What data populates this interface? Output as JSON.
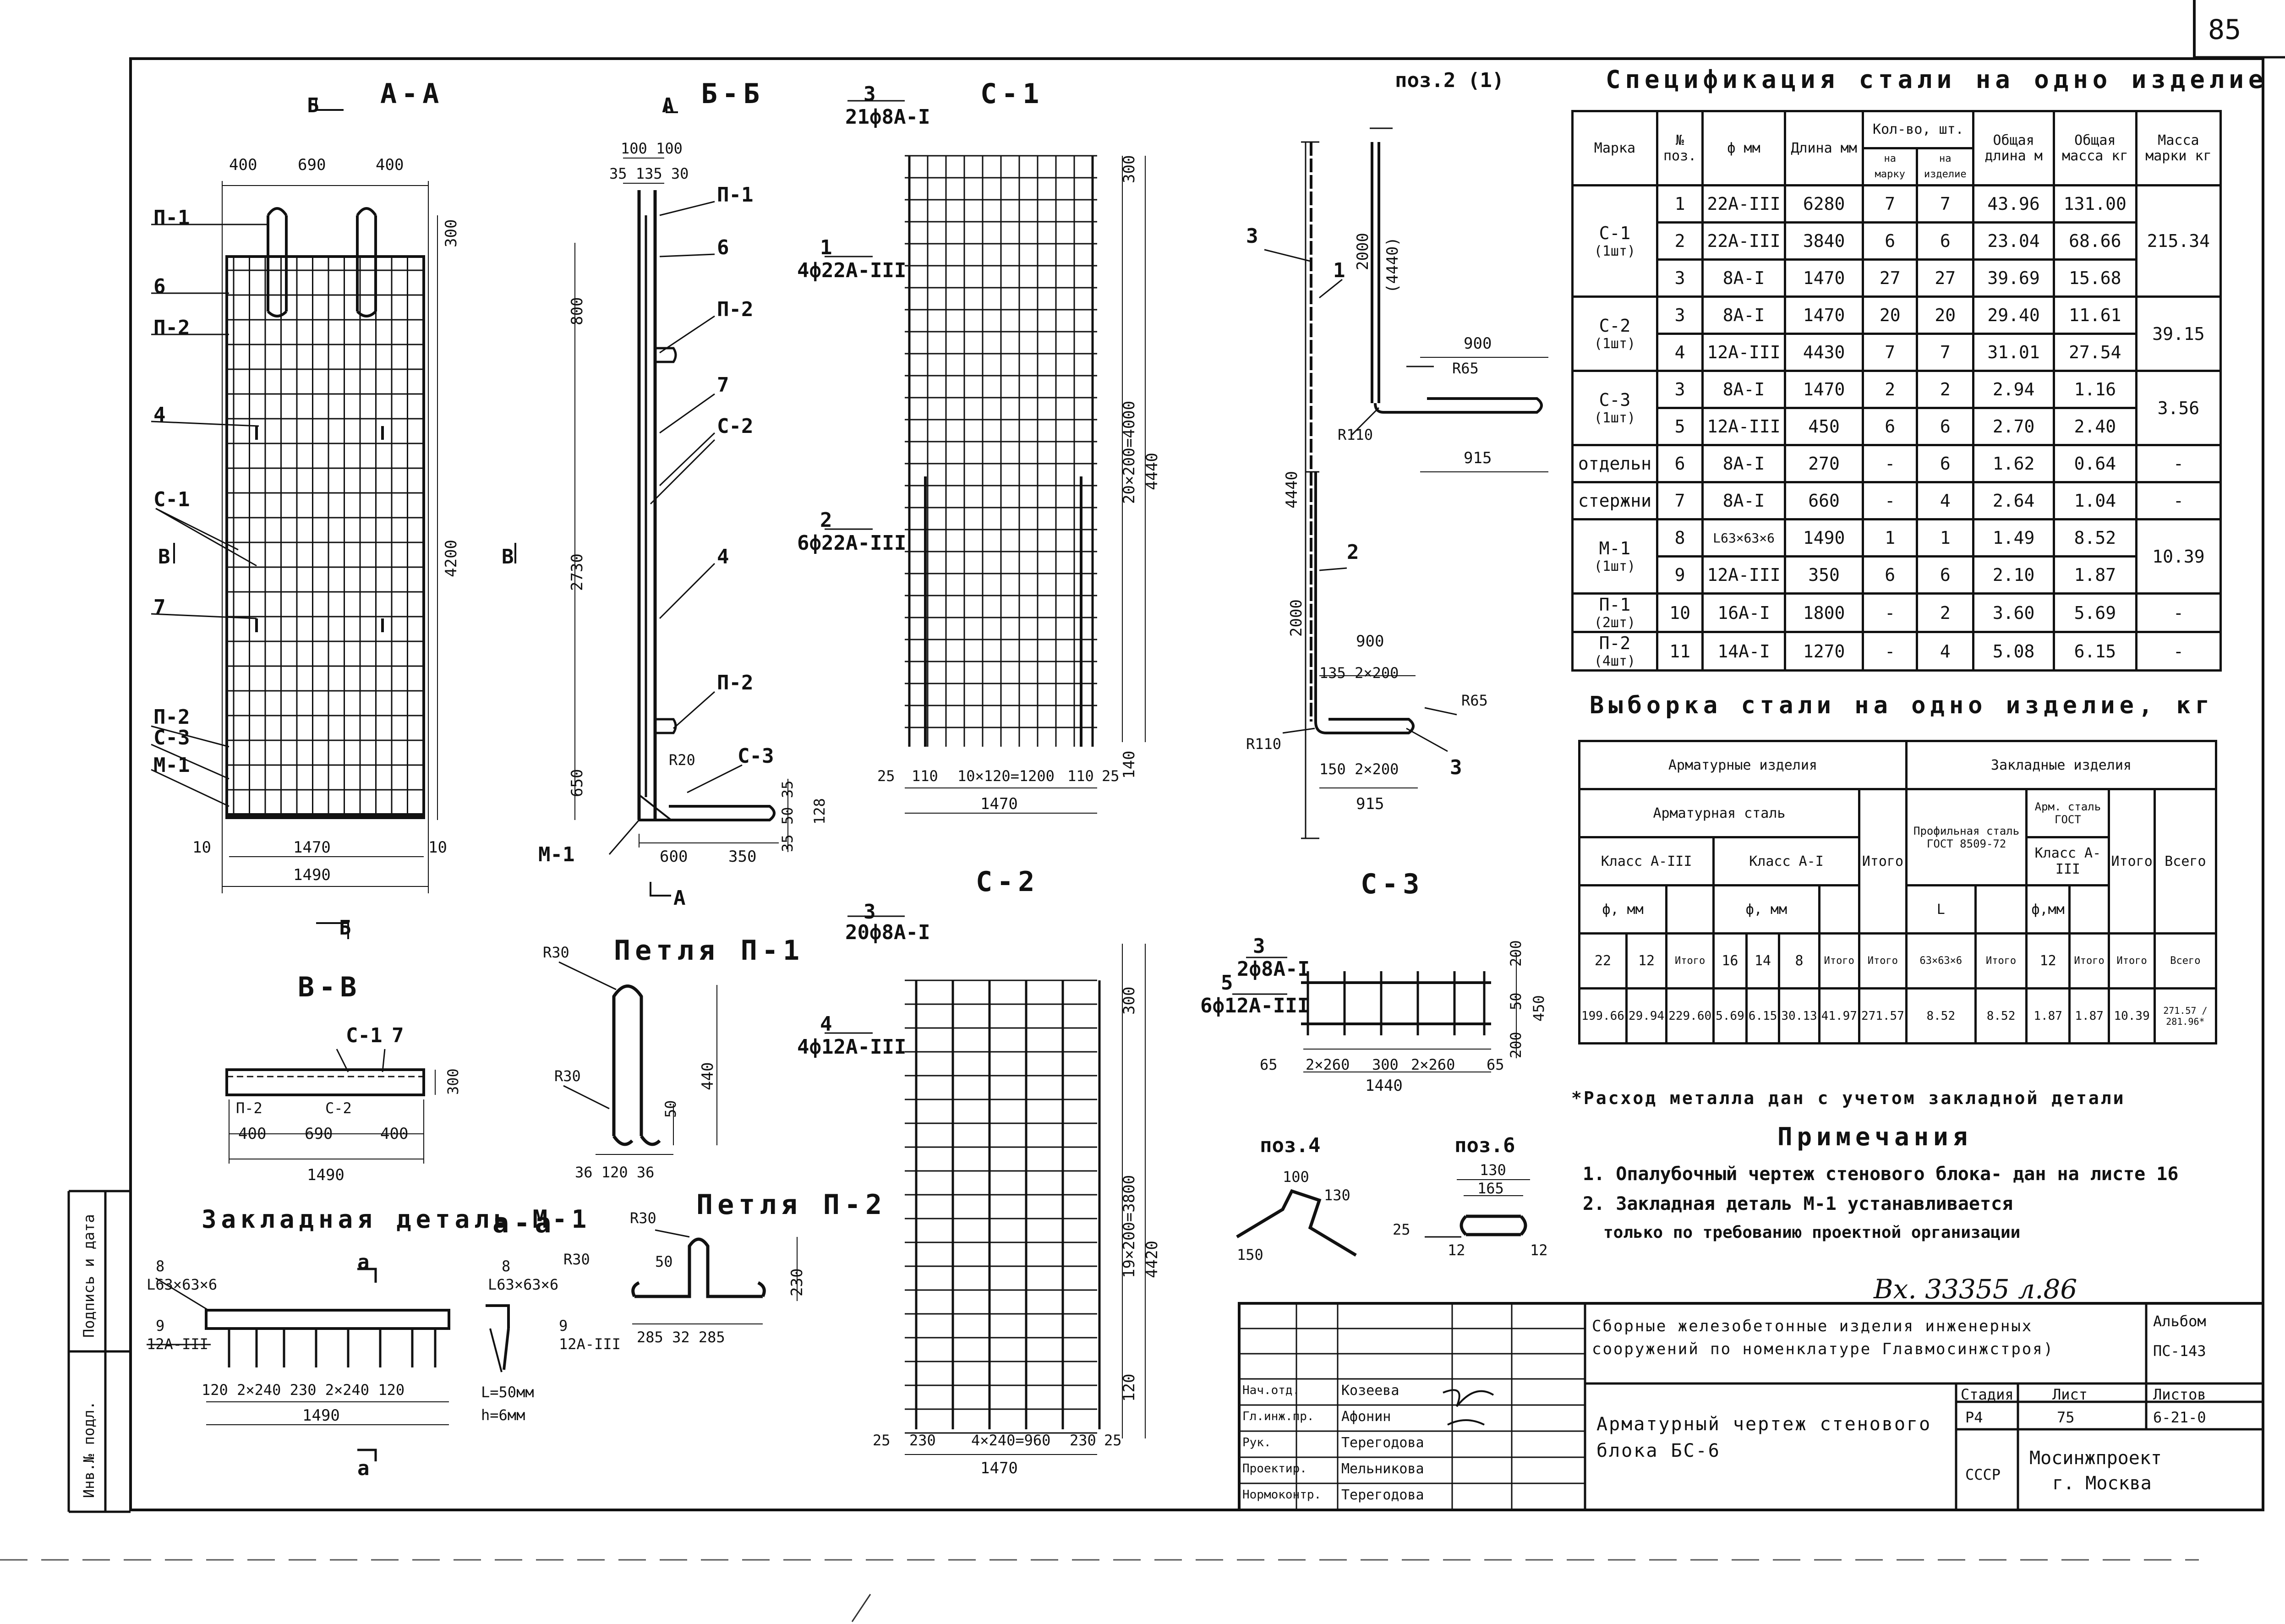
{
  "page_number": "85",
  "drawing": {
    "sections": {
      "a_a": "А-А",
      "b_b": "Б-Б",
      "v_v": "В-В",
      "a_a_small": "а-а",
      "c1": "С-1",
      "c2": "С-2",
      "c3": "С-3",
      "pos2": "поз.2 (1)",
      "pos4": "поз.4",
      "pos6": "поз.6",
      "loop_p1": "Петля П-1",
      "loop_p2": "Петля П-2",
      "embedded_m1": "Закладная деталь М-1"
    },
    "cut_marks": {
      "b": "Б",
      "a": "А",
      "v": "В",
      "a_small": "а"
    },
    "aa_labels": {
      "p1": "П-1",
      "six": "6",
      "p2": "П-2",
      "four": "4",
      "c1": "С-1",
      "seven": "7",
      "p2b": "П-2",
      "c3": "С-3",
      "m1": "М-1"
    },
    "aa_dims": {
      "top": [
        "400",
        "690",
        "400"
      ],
      "right_top": "300",
      "right": "4200",
      "bottom_inner": "1470",
      "bottom_outer": "1490",
      "bottom_left": "10",
      "bottom_right": "10"
    },
    "bb_labels": {
      "p1": "П-1",
      "six": "6",
      "p2": "П-2",
      "seven": "7",
      "c2": "С-2",
      "four": "4",
      "p2b": "П-2",
      "c3": "С-3",
      "m1": "М-1",
      "r20": "R20"
    },
    "bb_dims": {
      "top1": "100 100",
      "top2": "35 135 30",
      "d800": "800",
      "d2730": "2730",
      "d650": "650",
      "b600": "600",
      "b350": "350",
      "r35": "35",
      "r_small": "50 35",
      "r_total": "128"
    },
    "c1_data": {
      "top_count": "3",
      "top_bars": "21ф8А-I",
      "mid_count": "1",
      "mid_bars": "4ф22А-III",
      "low_count": "2",
      "low_bars": "6ф22А-III",
      "r300": "300",
      "r_spacing": "20×200=4000",
      "r_total": "4440",
      "r_bottom": "140",
      "b_spacing": "10×120=1200",
      "b_left": "110",
      "b_right": "110",
      "b_25l": "25",
      "b_25r": "25",
      "b_total": "1470"
    },
    "c2_data": {
      "top_count": "3",
      "top_bars": "20ф8А-I",
      "mid_count": "4",
      "mid_bars": "4ф12А-III",
      "r300": "300",
      "r_spacing": "19×200=3800",
      "r_total": "4420",
      "r_bottom": "120",
      "b_spacing": "4×240=960",
      "b_left": "230",
      "b_right": "230",
      "b_25l": "25",
      "b_25r": "25",
      "b_total": "1470"
    },
    "c3_data": {
      "top_count": "3",
      "top_bars": "2ф8А-I",
      "mid_count": "5",
      "mid_bars": "6ф12А-III",
      "dims": [
        "65",
        "2×260",
        "300",
        "2×260",
        "65"
      ],
      "total": "1440",
      "r1": "200",
      "r2": "50",
      "r3": "200",
      "r_total": "450"
    },
    "pos2_data": {
      "top": "2000",
      "top_bracket": "(4440)",
      "total": "4440",
      "lower": "2000",
      "r65": "R65",
      "r110": "R110",
      "d900": "900",
      "d915": "915",
      "d135": "135 2×200",
      "d150": "150 2×200",
      "labels": [
        "3",
        "1",
        "2",
        "3"
      ]
    },
    "vv_data": {
      "c1": "С-1",
      "seven": "7",
      "p2": "П-2",
      "c2": "С-2",
      "dims": [
        "400",
        "690",
        "400"
      ],
      "total": "1490",
      "right": "300"
    },
    "p1_data": {
      "r30a": "R30",
      "r30b": "R30",
      "d440": "440",
      "d50": "50",
      "b": "36 120 36"
    },
    "p2_data": {
      "r30": "R30",
      "r50": "R30",
      "d50": "50",
      "d230": "230",
      "b": "285 32 285"
    },
    "m1_data": {
      "angle": "L63×63×6",
      "bar": "12А-III",
      "pos8": "8",
      "pos9": "9",
      "dims": "120 2×240 230 2×240 120",
      "total": "1490",
      "lw": "L=50мм",
      "hw": "h=6мм"
    },
    "pos4_data": {
      "a": "100",
      "b": "130",
      "c": "150"
    },
    "pos6_data": {
      "a": "130",
      "b": "165",
      "c": "25",
      "d": "12",
      "e": "12"
    }
  },
  "spec": {
    "title": "Спецификация стали на одно изделие",
    "headers": {
      "mark": "Марка",
      "pos": "№ поз.",
      "diam": "ф мм",
      "length": "Длина мм",
      "qty": "Кол-во, шт.",
      "qty_mark": "на марку",
      "qty_item": "на изделие",
      "total_len": "Общая длина м",
      "total_mass": "Общая масса кг",
      "mark_mass": "Масса марки кг"
    },
    "rows": [
      {
        "mark": "С-1",
        "mark2": "(1шт)",
        "pos": "1",
        "diam": "22А-III",
        "len": "6280",
        "qm": "7",
        "qi": "7",
        "tl": "43.96",
        "tm": "131.00",
        "mm": "215.34"
      },
      {
        "mark": "",
        "mark2": "",
        "pos": "2",
        "diam": "22А-III",
        "len": "3840",
        "qm": "6",
        "qi": "6",
        "tl": "23.04",
        "tm": "68.66",
        "mm": ""
      },
      {
        "mark": "",
        "mark2": "",
        "pos": "3",
        "diam": "8А-I",
        "len": "1470",
        "qm": "27",
        "qi": "27",
        "tl": "39.69",
        "tm": "15.68",
        "mm": ""
      },
      {
        "mark": "С-2",
        "mark2": "(1шт)",
        "pos": "3",
        "diam": "8А-I",
        "len": "1470",
        "qm": "20",
        "qi": "20",
        "tl": "29.40",
        "tm": "11.61",
        "mm": "39.15"
      },
      {
        "mark": "",
        "mark2": "",
        "pos": "4",
        "diam": "12А-III",
        "len": "4430",
        "qm": "7",
        "qi": "7",
        "tl": "31.01",
        "tm": "27.54",
        "mm": ""
      },
      {
        "mark": "С-3",
        "mark2": "(1шт)",
        "pos": "3",
        "diam": "8А-I",
        "len": "1470",
        "qm": "2",
        "qi": "2",
        "tl": "2.94",
        "tm": "1.16",
        "mm": "3.56"
      },
      {
        "mark": "",
        "mark2": "",
        "pos": "5",
        "diam": "12А-III",
        "len": "450",
        "qm": "6",
        "qi": "6",
        "tl": "2.70",
        "tm": "2.40",
        "mm": ""
      },
      {
        "mark": "отдельн",
        "mark2": "",
        "pos": "6",
        "diam": "8А-I",
        "len": "270",
        "qm": "-",
        "qi": "6",
        "tl": "1.62",
        "tm": "0.64",
        "mm": "-"
      },
      {
        "mark": "стержни",
        "mark2": "",
        "pos": "7",
        "diam": "8А-I",
        "len": "660",
        "qm": "-",
        "qi": "4",
        "tl": "2.64",
        "tm": "1.04",
        "mm": "-"
      },
      {
        "mark": "М-1",
        "mark2": "(1шт)",
        "pos": "8",
        "diam": "L63×63×6",
        "len": "1490",
        "qm": "1",
        "qi": "1",
        "tl": "1.49",
        "tm": "8.52",
        "mm": "10.39"
      },
      {
        "mark": "",
        "mark2": "",
        "pos": "9",
        "diam": "12А-III",
        "len": "350",
        "qm": "6",
        "qi": "6",
        "tl": "2.10",
        "tm": "1.87",
        "mm": ""
      },
      {
        "mark": "П-1",
        "mark2": "(2шт)",
        "pos": "10",
        "diam": "16А-I",
        "len": "1800",
        "qm": "-",
        "qi": "2",
        "tl": "3.60",
        "tm": "5.69",
        "mm": "-"
      },
      {
        "mark": "П-2",
        "mark2": "(4шт)",
        "pos": "11",
        "diam": "14А-I",
        "len": "1270",
        "qm": "-",
        "qi": "4",
        "tl": "5.08",
        "tm": "6.15",
        "mm": "-"
      }
    ]
  },
  "sample": {
    "title": "Выборка стали на одно изделие, кг",
    "reinf_products": "Арматурные изделия",
    "embedded_products": "Закладные изделия",
    "reinf_steel": "Арматурная сталь",
    "class_a3": "Класс А-III",
    "class_a1": "Класс А-I",
    "profile_steel": "Профильная сталь ГОСТ 8509-72",
    "arm_steel_gost": "Арм. сталь ГОСТ",
    "class_a3_small": "Класс А-III",
    "diam_mm_1": "ф, мм",
    "diam_mm_2": "ф, мм",
    "diam_mm_3": "ф,мм",
    "angle": "L",
    "itogo": "Итого",
    "vsego": "Всего",
    "cols": [
      "22",
      "12",
      "Итого",
      "16",
      "14",
      "8",
      "Итого",
      "Итого",
      "63×63×6",
      "Итого",
      "12",
      "Итого",
      "Итого",
      "Всего"
    ],
    "values": [
      "199.66",
      "29.94",
      "229.60",
      "5.69",
      "6.15",
      "30.13",
      "41.97",
      "271.57",
      "8.52",
      "8.52",
      "1.87",
      "1.87",
      "10.39",
      "271.57 / 281.96*"
    ]
  },
  "footnote": "*Расход металла дан с учетом закладной детали",
  "notes": {
    "title": "Примечания",
    "items": [
      "1. Опалубочный чертеж стенового блока- дан на листе 16",
      "2. Закладная деталь М-1 устанавливается",
      "только по требованию проектной организации"
    ]
  },
  "stamp": "Вх. 33355 л.86",
  "title_block": {
    "project": "Сборные железобетонные изделия инженерных сооружений по номенклатуре Главмосинжстроя)",
    "album_label": "Альбом",
    "album": "ПС-143",
    "sheet_title": "Арматурный чертеж стенового блока БС-6",
    "stage_label": "Стадия",
    "stage": "Р4",
    "sheet_label": "Лист",
    "sheet": "75",
    "sheets_label": "Листов",
    "sheets": "6-21-0",
    "org1": "Мосинжпроект",
    "org2": "г. Москва",
    "code": "СССР",
    "roles": [
      "Нач.отд.",
      "Гл.инж.пр.",
      "Рук.",
      "Проектир.",
      "Нормоконтр."
    ],
    "names": [
      "Козеева",
      "Афонин",
      "Терегодова",
      "Мельникова",
      "Терегодова"
    ]
  },
  "side_strip": [
    "Подпись и дата",
    "Инв.№ подл."
  ]
}
